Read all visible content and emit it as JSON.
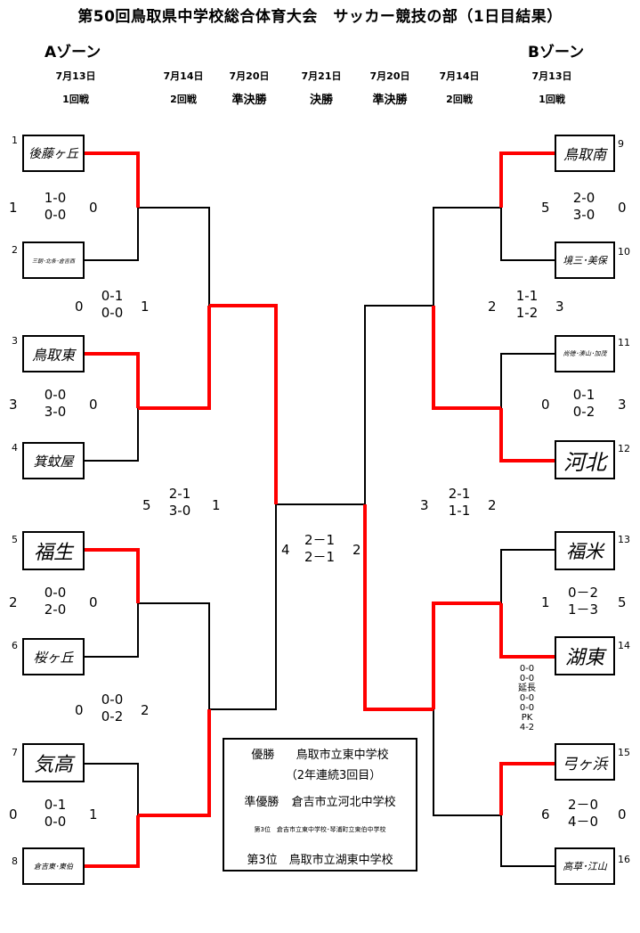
{
  "title": "第50回鳥取県中学校総合体育大会　サッカー競技の部（1日目結果）",
  "zones": {
    "a": "Aゾーン",
    "b": "Bゾーン"
  },
  "headers": {
    "dates": [
      "7月13日",
      "7月14日",
      "7月20日",
      "7月21日",
      "7月20日",
      "7月14日",
      "7月13日"
    ],
    "rounds": [
      "1回戦",
      "2回戦",
      "準決勝",
      "決勝",
      "準決勝",
      "2回戦",
      "1回戦"
    ]
  },
  "teams_left": [
    {
      "seed": "1",
      "name": "後藤ヶ丘"
    },
    {
      "seed": "2",
      "name": "三朝･北条･倉吉西"
    },
    {
      "seed": "3",
      "name": "鳥取東"
    },
    {
      "seed": "4",
      "name": "箕蚊屋"
    },
    {
      "seed": "5",
      "name": "福生"
    },
    {
      "seed": "6",
      "name": "桜ヶ丘"
    },
    {
      "seed": "7",
      "name": "気高"
    },
    {
      "seed": "8",
      "name": "倉吉東･東伯"
    }
  ],
  "teams_right": [
    {
      "seed": "9",
      "name": "鳥取南"
    },
    {
      "seed": "10",
      "name": "境三･美保"
    },
    {
      "seed": "11",
      "name": "尚徳･湊山･加茂"
    },
    {
      "seed": "12",
      "name": "河北"
    },
    {
      "seed": "13",
      "name": "福米"
    },
    {
      "seed": "14",
      "name": "湖東"
    },
    {
      "seed": "15",
      "name": "弓ヶ浜"
    },
    {
      "seed": "16",
      "name": "高草･江山"
    }
  ],
  "scores": [
    {
      "id": "m1",
      "left": "1",
      "half1": "1-0",
      "half2": "0-0",
      "right": "0"
    },
    {
      "id": "m2",
      "left": "3",
      "half1": "0-0",
      "half2": "3-0",
      "right": "0"
    },
    {
      "id": "m3",
      "left": "2",
      "half1": "0-0",
      "half2": "2-0",
      "right": "0"
    },
    {
      "id": "m4",
      "left": "0",
      "half1": "0-1",
      "half2": "0-0",
      "right": "1"
    },
    {
      "id": "q1",
      "left": "0",
      "half1": "0-1",
      "half2": "0-0",
      "right": "1"
    },
    {
      "id": "q2",
      "left": "0",
      "half1": "0-0",
      "half2": "0-2",
      "right": "2"
    },
    {
      "id": "s1",
      "left": "5",
      "half1": "2-1",
      "half2": "3-0",
      "right": "1"
    },
    {
      "id": "f",
      "left": "4",
      "half1": "2－1",
      "half2": "2－1",
      "right": "2"
    },
    {
      "id": "s2",
      "left": "3",
      "half1": "2-1",
      "half2": "1-1",
      "right": "2"
    },
    {
      "id": "q3",
      "left": "2",
      "half1": "1-1",
      "half2": "1-2",
      "right": "3"
    },
    {
      "id": "q4",
      "left": "6",
      "half1": "2－0",
      "half2": "4－0",
      "right": "0"
    },
    {
      "id": "m5",
      "left": "5",
      "half1": "2-0",
      "half2": "3-0",
      "right": "0"
    },
    {
      "id": "m6",
      "left": "0",
      "half1": "0-1",
      "half2": "0-2",
      "right": "3"
    },
    {
      "id": "m7",
      "left": "1",
      "half1": "0－2",
      "half2": "1－3",
      "right": "5"
    }
  ],
  "pk_detail": [
    "0-0",
    "0-0",
    "延長",
    "0-0",
    "0-0",
    "PK",
    "4-2"
  ],
  "results": {
    "winner_label": "優勝",
    "winner": "鳥取市立東中学校",
    "winner_note": "（2年連続3回目）",
    "runner_label": "準優勝",
    "runner": "倉吉市立河北中学校",
    "third1": "第3位　倉吉市立東中学校･琴浦町立東伯中学校",
    "third2": "第3位　鳥取市立湖東中学校"
  },
  "colors": {
    "winner_line": "#ff0000",
    "line": "#000000"
  }
}
